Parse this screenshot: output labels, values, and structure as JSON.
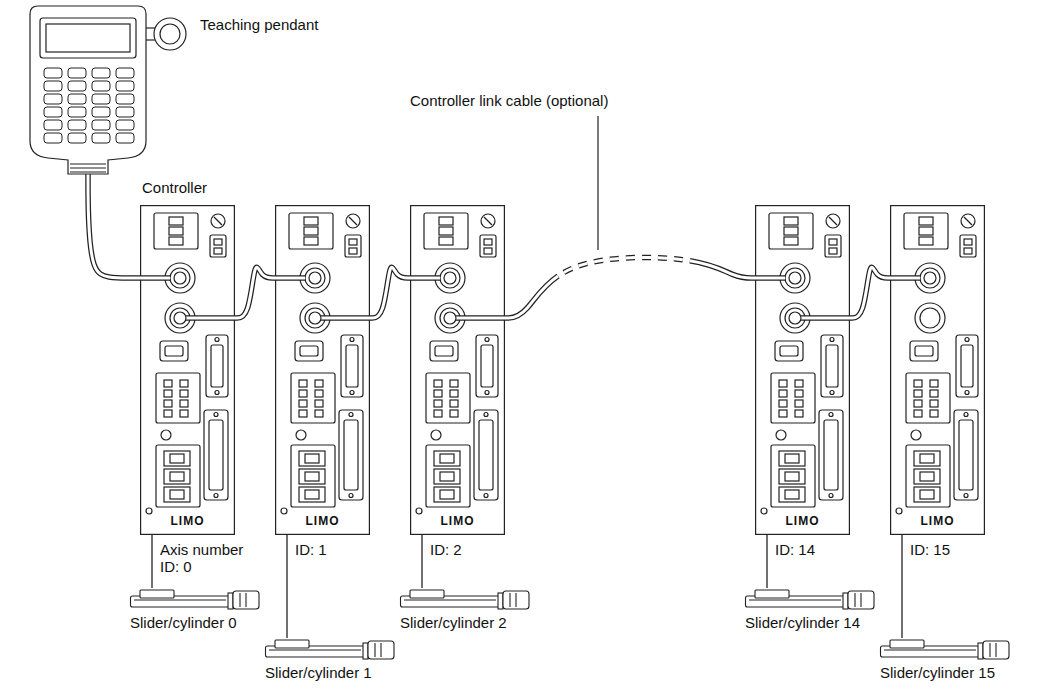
{
  "diagram": {
    "nodes": [
      {
        "text": [
          "Teaching pendant"
        ]
      },
      {
        "text": [
          "Controller",
          "LIMO",
          "Axis number ID: 0"
        ]
      },
      {
        "text": [
          "LIMO",
          "ID: 1"
        ]
      },
      {
        "text": [
          "LIMO",
          "ID: 2"
        ]
      },
      {
        "text": [
          "LIMO",
          "ID: 14"
        ]
      },
      {
        "text": [
          "LIMO",
          "ID: 15"
        ]
      },
      {
        "text": [
          "Slider/cylinder 0"
        ]
      },
      {
        "text": [
          "Slider/cylinder 1"
        ]
      },
      {
        "text": [
          "Slider/cylinder 2"
        ]
      },
      {
        "text": [
          "Slider/cylinder 14"
        ]
      },
      {
        "text": [
          "Slider/cylinder 15"
        ]
      }
    ],
    "edges": [
      {
        "from": 0,
        "to": 1,
        "arrow": "none"
      },
      {
        "from": 1,
        "to": 2,
        "arrow": "none"
      },
      {
        "from": 2,
        "to": 3,
        "arrow": "none"
      },
      {
        "from": 3,
        "to": 4,
        "arrow": "none"
      },
      {
        "from": 4,
        "to": 5,
        "arrow": "none"
      },
      {
        "from": 1,
        "to": 6,
        "arrow": "none"
      },
      {
        "from": 2,
        "to": 7,
        "arrow": "none"
      },
      {
        "from": 3,
        "to": 8,
        "arrow": "none"
      },
      {
        "from": 4,
        "to": 9,
        "arrow": "none"
      },
      {
        "from": 5,
        "to": 10,
        "arrow": "none"
      }
    ],
    "labels": [
      "Controller link cable (optional)"
    ]
  }
}
